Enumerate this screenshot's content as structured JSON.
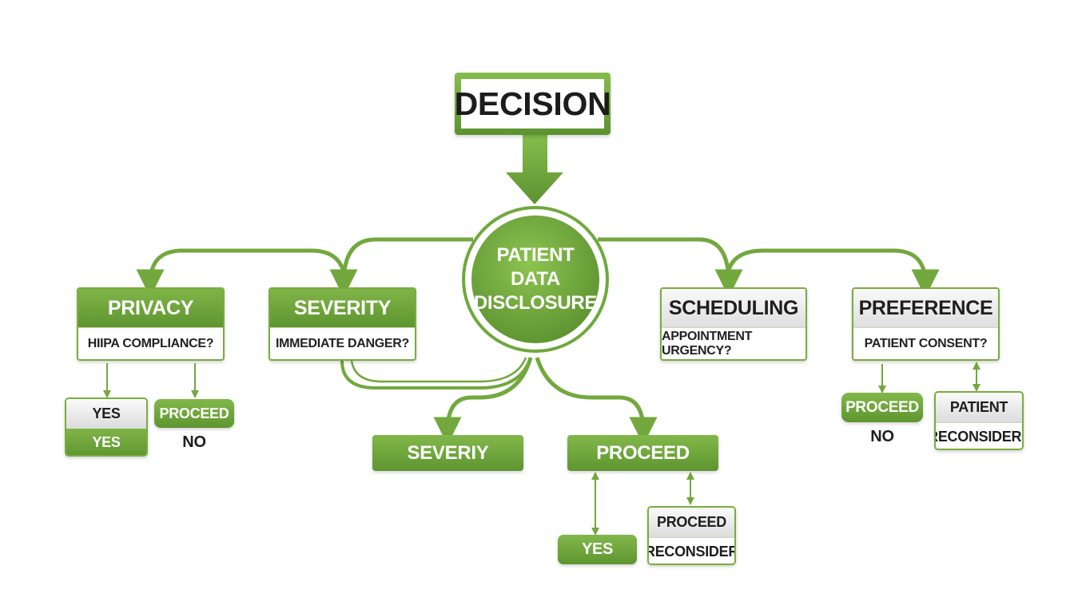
{
  "title": "DECISION",
  "center": "PATIENT DATA DISCLOSURE",
  "cards": {
    "privacy": {
      "title": "PRIVACY",
      "question": "HIIPA COMPLIANCE?"
    },
    "severity": {
      "title": "SEVERITY",
      "question": "IMMEDIATE DANGER?"
    },
    "scheduling": {
      "title": "SCHEDULING",
      "question": "APPOINTMENT URGENCY?"
    },
    "preference": {
      "title": "PREFERENCE",
      "question": "PATIENT CONSENT?"
    }
  },
  "privacy_outcomes": {
    "stack_top": "YES",
    "stack_bottom": "YES",
    "pill": "PROCEED",
    "text": "NO"
  },
  "center_outcomes": {
    "severity_pill": "SEVERIY",
    "proceed_pill": "PROCEED",
    "yes_pill": "YES",
    "stack_top": "PROCEED",
    "stack_bottom": "RECONSIDER"
  },
  "preference_outcomes": {
    "pill": "PROCEED",
    "text": "NO",
    "stack_top": "PATIENT",
    "stack_bottom": "RECONSIDER?"
  },
  "colors": {
    "primary": "#6fa83c",
    "dark": "#5a8f2e",
    "line": "#72a83d"
  }
}
